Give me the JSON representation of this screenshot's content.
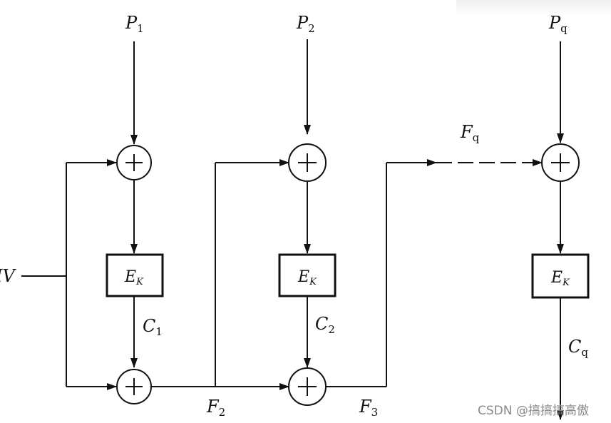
{
  "inputs": [
    {
      "base": "P",
      "sub": "1"
    },
    {
      "base": "P",
      "sub": "2"
    },
    {
      "base": "P",
      "sub": "q"
    }
  ],
  "iv_label": "IV",
  "encrypt_blocks": [
    {
      "base": "E",
      "sub": "K"
    },
    {
      "base": "E",
      "sub": "K"
    },
    {
      "base": "E",
      "sub": "K"
    }
  ],
  "outputs": [
    {
      "base": "C",
      "sub": "1"
    },
    {
      "base": "C",
      "sub": "2"
    },
    {
      "base": "C",
      "sub": "q"
    }
  ],
  "feedback": [
    {
      "base": "F",
      "sub": "2"
    },
    {
      "base": "F",
      "sub": "3"
    },
    {
      "base": "F",
      "sub": "q"
    }
  ],
  "watermark": "CSDN @搞搞搞高傲",
  "colors": {
    "line": "#111111",
    "watermark": "#8a8a8a"
  }
}
